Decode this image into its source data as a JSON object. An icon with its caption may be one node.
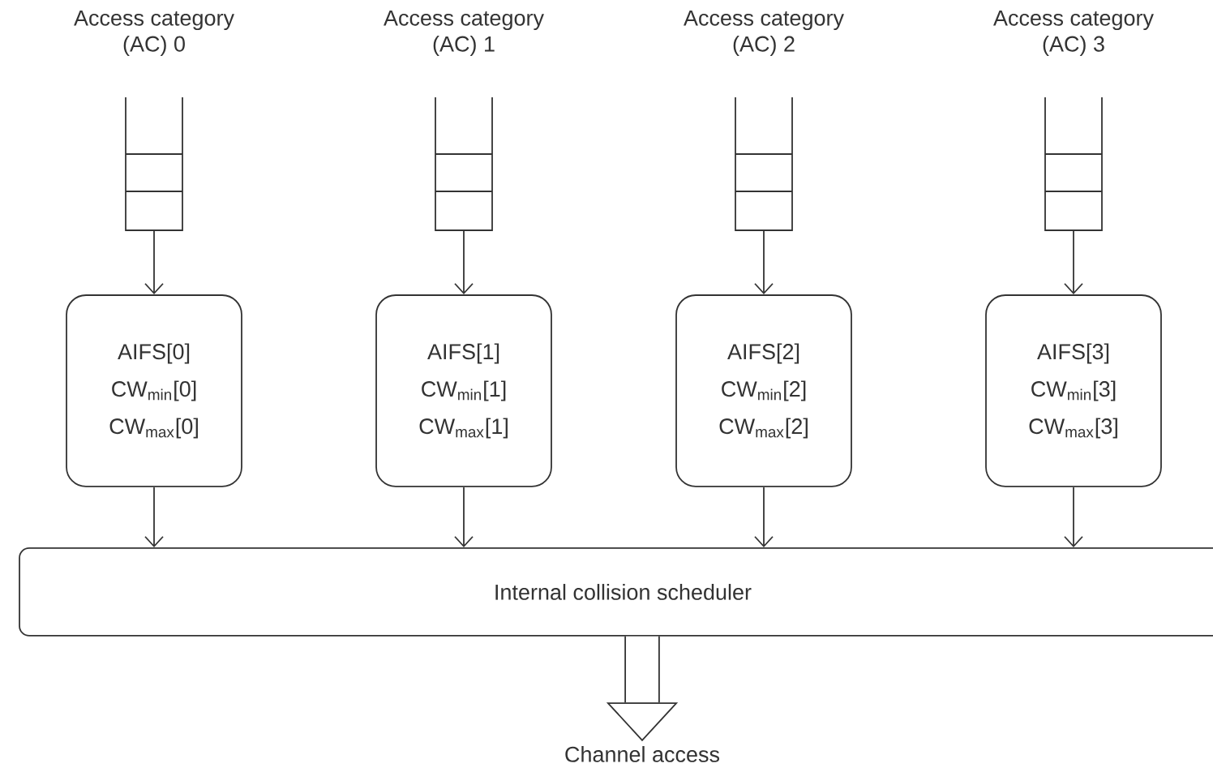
{
  "diagram": {
    "nodes": [
      {
        "text": [
          "Access category (AC) 0"
        ]
      },
      {
        "text": [
          "Access category (AC) 1"
        ]
      },
      {
        "text": [
          "Access category (AC) 2"
        ]
      },
      {
        "text": [
          "Access category (AC) 3"
        ]
      },
      {
        "text": [
          "AIFS[0]",
          "CW$_{min}$[0]",
          "CW$_{max}$[0]"
        ]
      },
      {
        "text": [
          "AIFS[1]",
          "CW$_{min}$[1]",
          "CW$_{max}$[1]"
        ]
      },
      {
        "text": [
          "AIFS[2]",
          "CW$_{min}$[2]",
          "CW$_{max}$[2]"
        ]
      },
      {
        "text": [
          "AIFS[3]",
          "CW$_{min}$[3]",
          "CW$_{max}$[3]"
        ]
      },
      {
        "text": [
          "Internal collision scheduler"
        ]
      },
      {
        "text": [
          "Channel access"
        ]
      }
    ],
    "edges": [
      {
        "from": 0,
        "to": 4,
        "arrow": "to"
      },
      {
        "from": 1,
        "to": 5,
        "arrow": "to"
      },
      {
        "from": 2,
        "to": 6,
        "arrow": "to"
      },
      {
        "from": 3,
        "to": 7,
        "arrow": "to"
      },
      {
        "from": 4,
        "to": 8,
        "arrow": "to"
      },
      {
        "from": 5,
        "to": 8,
        "arrow": "to"
      },
      {
        "from": 6,
        "to": 8,
        "arrow": "to"
      },
      {
        "from": 7,
        "to": 8,
        "arrow": "to"
      },
      {
        "from": 8,
        "to": 9,
        "arrow": "to",
        "style": "thick"
      }
    ]
  }
}
